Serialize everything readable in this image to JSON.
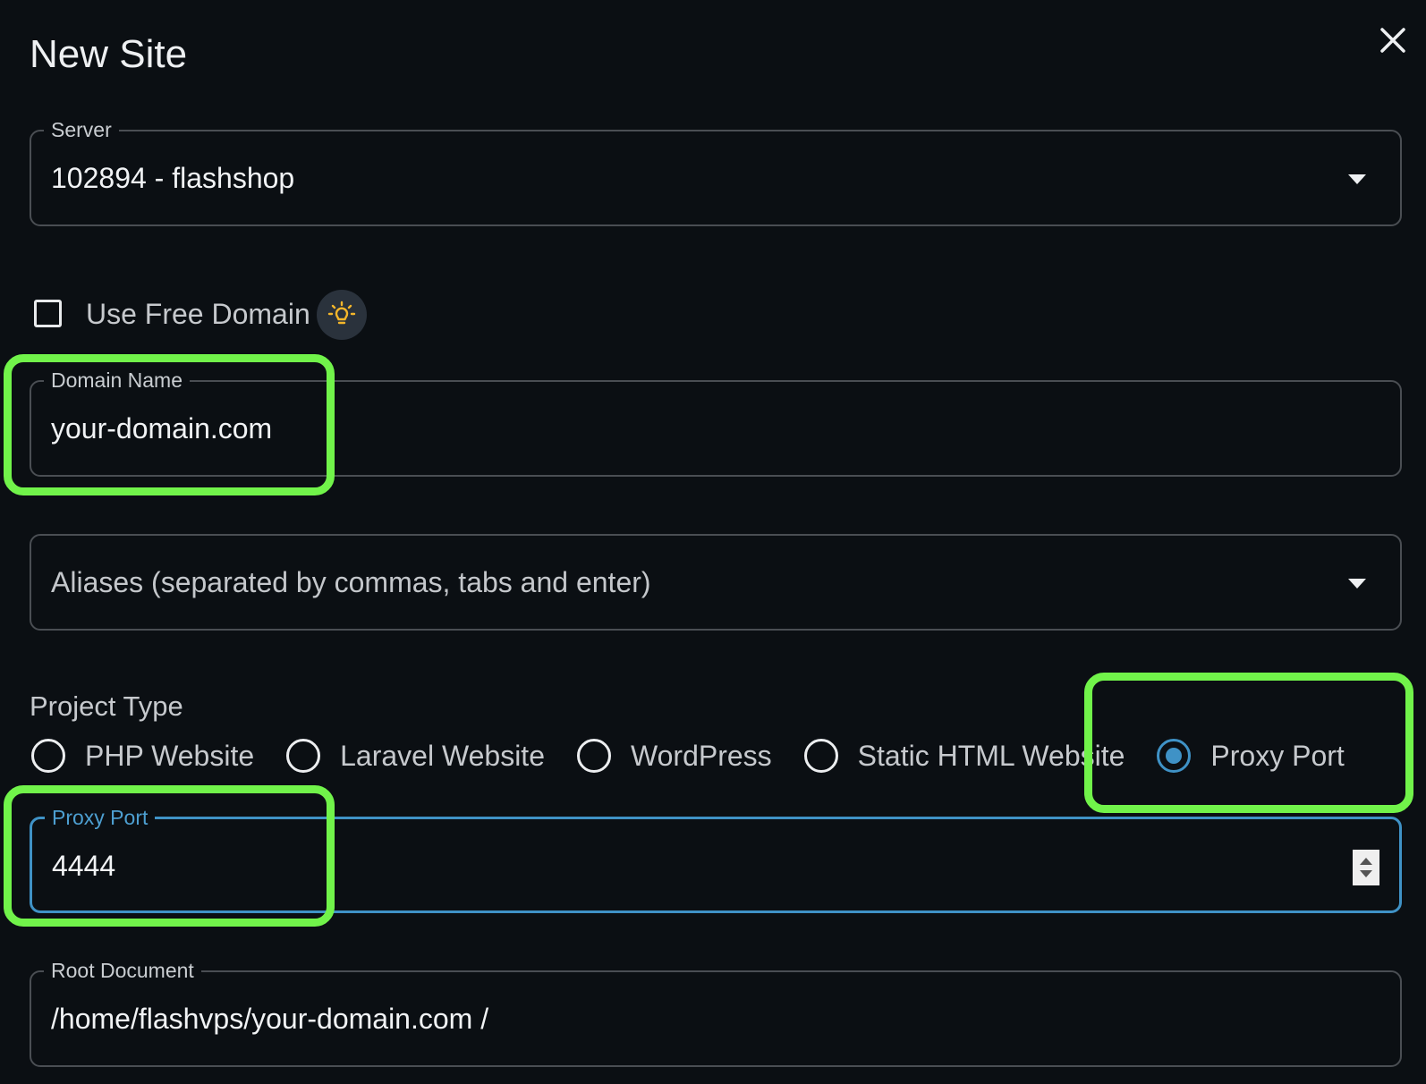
{
  "dialog": {
    "title": "New Site",
    "close_icon": "close-icon"
  },
  "server": {
    "label": "Server",
    "value": "102894 - flashshop",
    "icon": "chevron-down-icon"
  },
  "free_domain": {
    "label": "Use Free Domain",
    "checked": false,
    "hint_icon": "lightbulb-icon"
  },
  "domain_name": {
    "label": "Domain Name",
    "value": "your-domain.com"
  },
  "aliases": {
    "placeholder": "Aliases (separated by commas, tabs and enter)",
    "icon": "chevron-down-icon"
  },
  "project_type": {
    "label": "Project Type",
    "options": [
      {
        "label": "PHP Website",
        "selected": false
      },
      {
        "label": "Laravel Website",
        "selected": false
      },
      {
        "label": "WordPress",
        "selected": false
      },
      {
        "label": "Static HTML Website",
        "selected": false
      },
      {
        "label": "Proxy Port",
        "selected": true
      }
    ]
  },
  "proxy_port": {
    "label": "Proxy Port",
    "value": "4444"
  },
  "root_document": {
    "label": "Root Document",
    "value": "/home/flashvps/your-domain.com /"
  },
  "colors": {
    "background": "#0b0f13",
    "accent": "#3f92c6",
    "highlight": "#71f34a",
    "border": "#4a4e53"
  }
}
